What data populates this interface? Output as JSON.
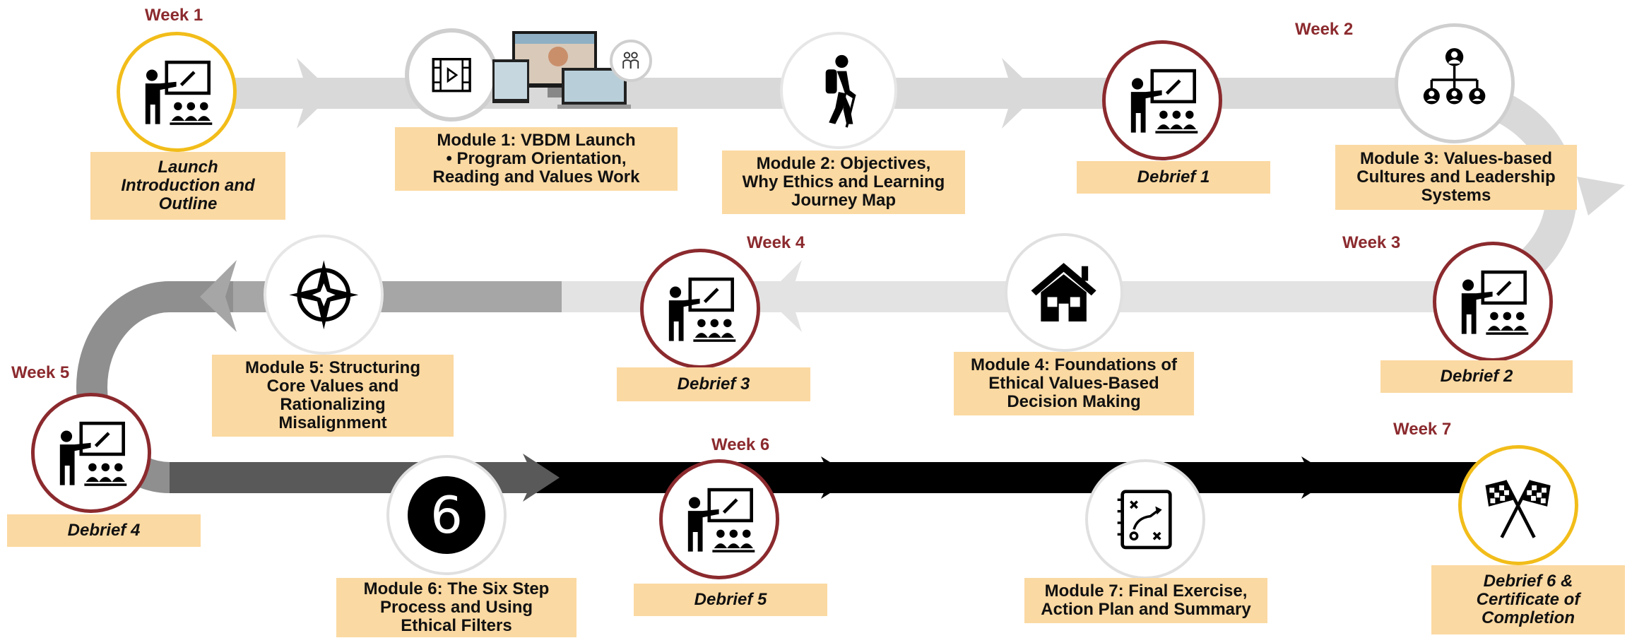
{
  "colors": {
    "track_light": "#d9d9d9",
    "track_mid": "#a6a6a6",
    "track_dark": "#595959",
    "track_black": "#000000",
    "label_bg": "#fbd9a2",
    "week_text": "#8b2a2e",
    "ring_yellow": "#f2bd1a",
    "ring_maroon": "#8b2a2e",
    "ring_grey": "#cfcfcf"
  },
  "weeks": {
    "w1": "Week 1",
    "w2": "Week 2",
    "w3": "Week 3",
    "w4": "Week 4",
    "w5": "Week 5",
    "w6": "Week 6",
    "w7": "Week 7"
  },
  "labels": {
    "launch": "Launch\nIntroduction and\nOutline",
    "module1": "Module 1: VBDM Launch\n•    Program Orientation,\nReading and Values Work",
    "module2": "Module 2: Objectives,\nWhy Ethics and Learning\nJourney Map",
    "debrief1": "Debrief 1",
    "module3": "Module 3: Values-based\nCultures and Leadership\nSystems",
    "debrief2": "Debrief 2",
    "module4": "Module 4: Foundations of\nEthical Values-Based\nDecision Making",
    "debrief3": "Debrief 3",
    "module5": "Module 5: Structuring\nCore Values and\nRationalizing\nMisalignment",
    "debrief4": "Debrief 4",
    "module6": "Module 6: The Six Step\nProcess and Using\nEthical Filters",
    "debrief5": "Debrief 5",
    "module7": "Module 7: Final Exercise,\nAction Plan and Summary",
    "debrief6": "Debrief 6 &\nCertificate of\nCompletion"
  },
  "badge_number": "6",
  "icons": [
    "teacher-icon",
    "video-icon",
    "hiker-icon",
    "org-chart-icon",
    "house-icon",
    "compass-icon",
    "strategy-board-icon",
    "checkered-flags-icon",
    "devices-image",
    "team-icon"
  ]
}
